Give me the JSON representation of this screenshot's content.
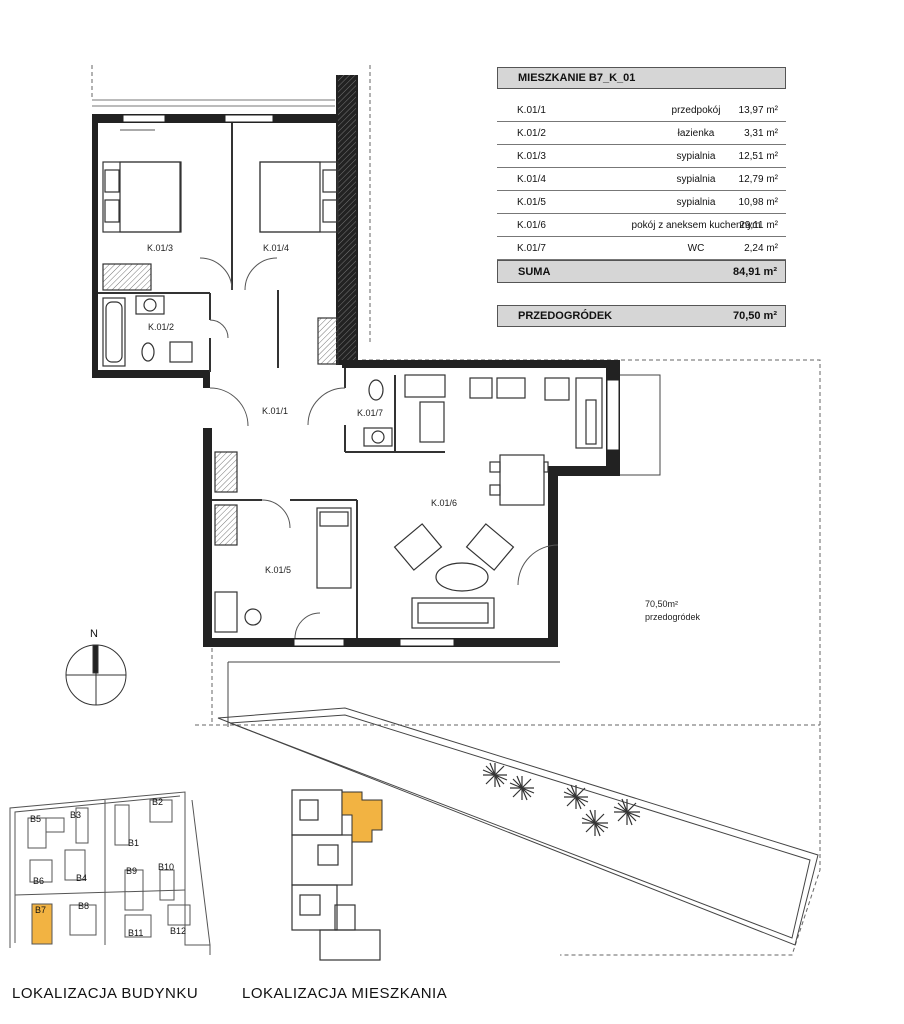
{
  "table": {
    "title": "MIESZKANIE B7_K_01",
    "rows": [
      {
        "code": "K.01/1",
        "name": "przedpokój",
        "area": "13,97 m²"
      },
      {
        "code": "K.01/2",
        "name": "łazienka",
        "area": "3,31 m²"
      },
      {
        "code": "K.01/3",
        "name": "sypialnia",
        "area": "12,51 m²"
      },
      {
        "code": "K.01/4",
        "name": "sypialnia",
        "area": "12,79 m²"
      },
      {
        "code": "K.01/5",
        "name": "sypialnia",
        "area": "10,98 m²"
      },
      {
        "code": "K.01/6",
        "name": "pokój z aneksem kuchennym",
        "area": "29,11 m²"
      },
      {
        "code": "K.01/7",
        "name": "WC",
        "area": "2,24 m²"
      }
    ],
    "sum_label": "SUMA",
    "sum_value": "84,91 m²"
  },
  "garden": {
    "label": "PRZEDOGRÓDEK",
    "value": "70,50 m²"
  },
  "plan_labels": {
    "k3": "K.01/3",
    "k4": "K.01/4",
    "k2": "K.01/2",
    "k1": "K.01/1",
    "k7": "K.01/7",
    "k6": "K.01/6",
    "k5": "K.01/5",
    "garden_area": "70,50m²",
    "garden_name": "przedogródek"
  },
  "north": "N",
  "buildings": [
    "B5",
    "B3",
    "B2",
    "B1",
    "B6",
    "B4",
    "B9",
    "B10",
    "B7",
    "B8",
    "B11",
    "B12"
  ],
  "captions": {
    "building": "LOKALIZACJA BUDYNKU",
    "apartment": "LOKALIZACJA MIESZKANIA"
  },
  "colors": {
    "highlight": "#f2b342",
    "wall": "#222222",
    "header_fill": "#d6d6d6"
  }
}
